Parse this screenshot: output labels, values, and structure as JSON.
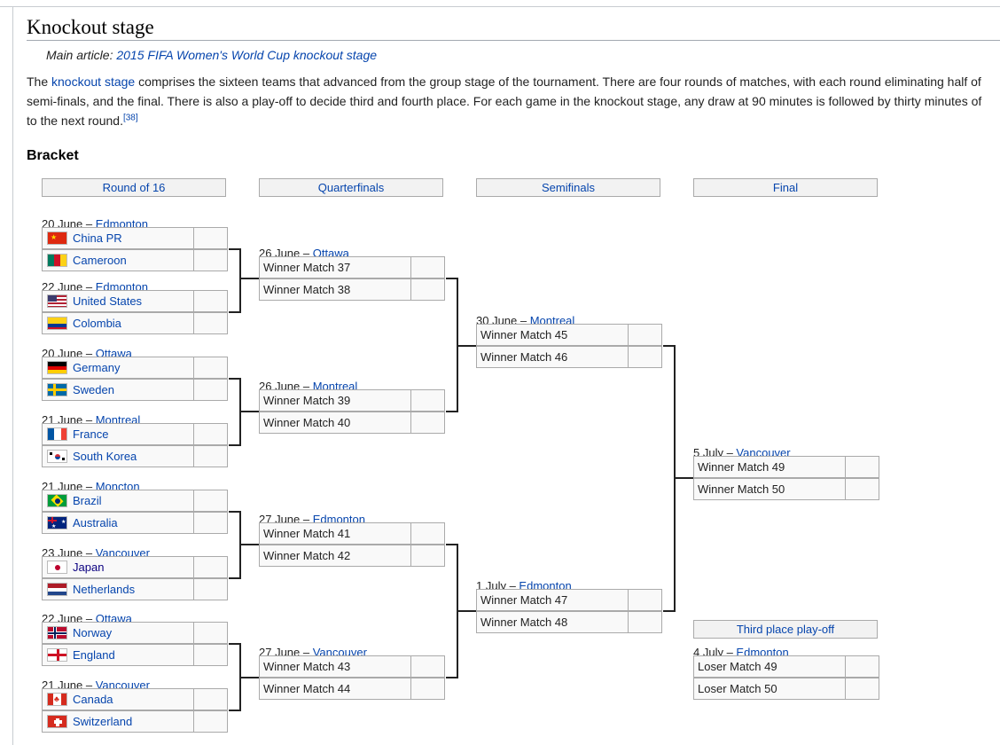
{
  "section": {
    "title": "Knockout stage",
    "hatnote_prefix": "Main article:",
    "hatnote_link": "2015 FIFA Women's World Cup knockout stage",
    "para_lines": [
      {
        "pre": "The ",
        "link": "knockout stage",
        "post": " comprises the sixteen teams that advanced from the group stage of the tournament. There are four rounds of matches, with each round eliminating half of"
      },
      {
        "pre": "semi-finals, and the final. There is also a play-off to decide third and fourth place. For each game in the knockout stage, any draw at 90 minutes is followed by thirty minutes of",
        "link": "",
        "post": ""
      },
      {
        "pre": "to the next round.",
        "link": "",
        "post": "",
        "ref": "[38]"
      }
    ],
    "subheading": "Bracket"
  },
  "bracket": {
    "rounds": [
      "Round of 16",
      "Quarterfinals",
      "Semifinals",
      "Final"
    ],
    "third_place_heading": "Third place play-off",
    "r16": [
      {
        "date": "20 June",
        "venue": "Edmonton",
        "teams": [
          {
            "name": "China PR",
            "flag": "china-flag-icon"
          },
          {
            "name": "Cameroon",
            "flag": "cameroon-flag-icon"
          }
        ]
      },
      {
        "date": "22 June",
        "venue": "Edmonton",
        "teams": [
          {
            "name": "United States",
            "flag": "usa-flag-icon"
          },
          {
            "name": "Colombia",
            "flag": "colombia-flag-icon"
          }
        ]
      },
      {
        "date": "20 June",
        "venue": "Ottawa",
        "teams": [
          {
            "name": "Germany",
            "flag": "germany-flag-icon"
          },
          {
            "name": "Sweden",
            "flag": "sweden-flag-icon"
          }
        ]
      },
      {
        "date": "21 June",
        "venue": "Montreal",
        "teams": [
          {
            "name": "France",
            "flag": "france-flag-icon"
          },
          {
            "name": "South Korea",
            "flag": "south-korea-flag-icon"
          }
        ]
      },
      {
        "date": "21 June",
        "venue": "Moncton",
        "teams": [
          {
            "name": "Brazil",
            "flag": "brazil-flag-icon"
          },
          {
            "name": "Australia",
            "flag": "australia-flag-icon"
          }
        ]
      },
      {
        "date": "23 June",
        "venue": "Vancouver",
        "teams": [
          {
            "name": "Japan",
            "flag": "japan-flag-icon",
            "bold": true
          },
          {
            "name": "Netherlands",
            "flag": "netherlands-flag-icon"
          }
        ]
      },
      {
        "date": "22 June",
        "venue": "Ottawa",
        "teams": [
          {
            "name": "Norway",
            "flag": "norway-flag-icon"
          },
          {
            "name": "England",
            "flag": "england-flag-icon"
          }
        ]
      },
      {
        "date": "21 June",
        "venue": "Vancouver",
        "teams": [
          {
            "name": "Canada",
            "flag": "canada-flag-icon"
          },
          {
            "name": "Switzerland",
            "flag": "switzerland-flag-icon"
          }
        ]
      }
    ],
    "qf": [
      {
        "date": "26 June",
        "venue": "Ottawa",
        "teams": [
          "Winner Match 37",
          "Winner Match 38"
        ]
      },
      {
        "date": "26 June",
        "venue": "Montreal",
        "teams": [
          "Winner Match 39",
          "Winner Match 40"
        ]
      },
      {
        "date": "27 June",
        "venue": "Edmonton",
        "teams": [
          "Winner Match 41",
          "Winner Match 42"
        ]
      },
      {
        "date": "27 June",
        "venue": "Vancouver",
        "teams": [
          "Winner Match 43",
          "Winner Match 44"
        ]
      }
    ],
    "sf": [
      {
        "date": "30 June",
        "venue": "Montreal",
        "teams": [
          "Winner Match 45",
          "Winner Match 46"
        ]
      },
      {
        "date": "1 July",
        "venue": "Edmonton",
        "teams": [
          "Winner Match 47",
          "Winner Match 48"
        ]
      }
    ],
    "final": {
      "date": "5 July",
      "venue": "Vancouver",
      "teams": [
        "Winner Match 49",
        "Winner Match 50"
      ]
    },
    "third": {
      "date": "4 July",
      "venue": "Edmonton",
      "teams": [
        "Loser Match 49",
        "Loser Match 50"
      ]
    },
    "colors": {
      "header_bg": "#f2f2f2",
      "cell_bg": "#f9f9f9",
      "border": "#aaaaaa",
      "link": "#0645ad"
    }
  }
}
